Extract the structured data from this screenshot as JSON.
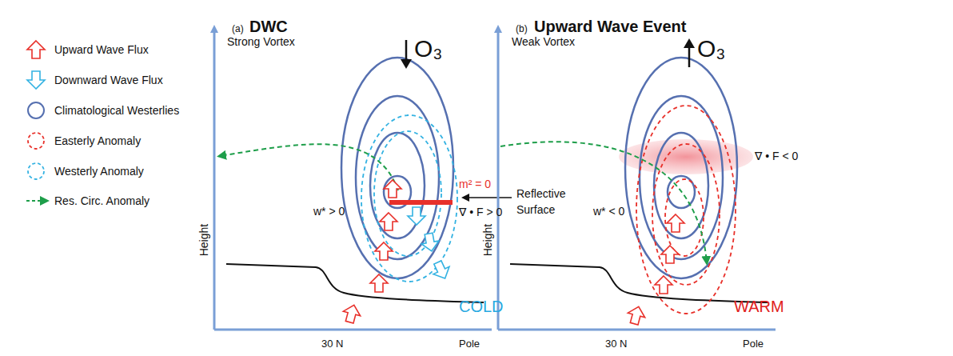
{
  "diagram": {
    "labels": [
      "(a)",
      "DWC",
      "(b)",
      "Upward Wave Event",
      "Strong Vortex",
      "O₃",
      "Height",
      "w* > 0",
      "m² = 0",
      "∇ • F > 0",
      "Reflective Surface",
      "COLD",
      "30 N",
      "Pole",
      "Weak Vortex",
      "O₃",
      "Height",
      "w* < 0",
      "∇ • F < 0",
      "WARM",
      "30 N",
      "Pole"
    ],
    "legend": [
      {
        "text": "Upward Wave Flux"
      },
      {
        "text": "Downward Wave Flux"
      },
      {
        "text": "Climatological Westerlies"
      },
      {
        "text": "Easterly Anomaly"
      },
      {
        "text": "Westerly Anomaly"
      },
      {
        "text": "Res. Circ. Anomaly"
      }
    ]
  }
}
